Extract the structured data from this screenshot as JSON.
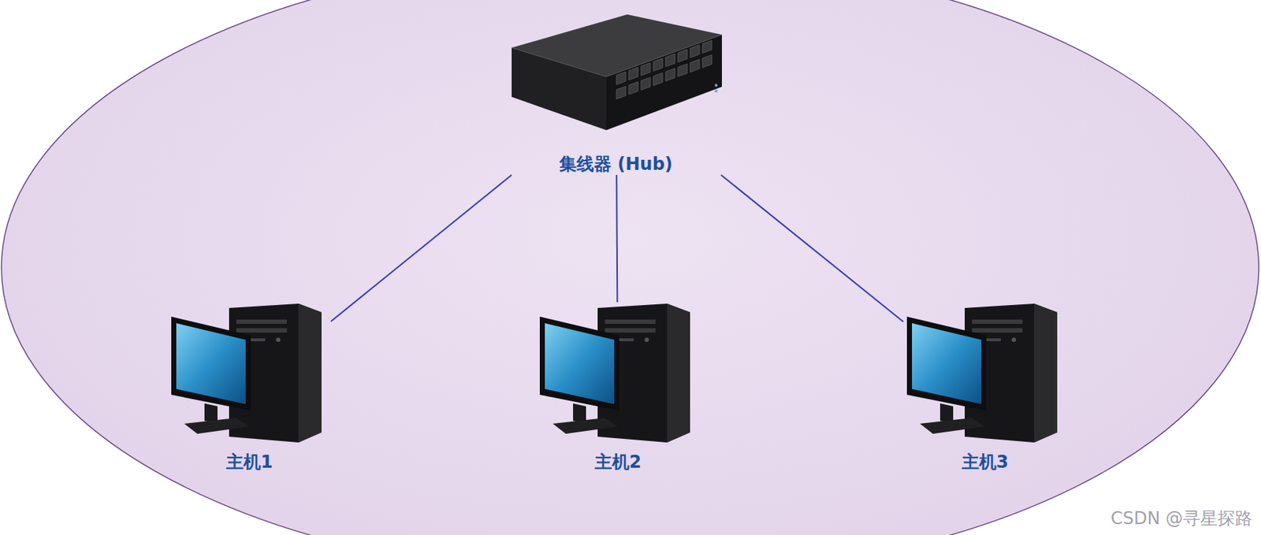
{
  "diagram": {
    "nodes": [
      {
        "text": [
          "集线器 (Hub)"
        ]
      },
      {
        "text": [
          "主机1"
        ]
      },
      {
        "text": [
          "主机2"
        ]
      },
      {
        "text": [
          "主机3"
        ]
      }
    ],
    "edges": [
      {
        "from": 0,
        "to": 1,
        "arrow": "none"
      },
      {
        "from": 0,
        "to": 2,
        "arrow": "none"
      },
      {
        "from": 0,
        "to": 3,
        "arrow": "none"
      }
    ],
    "labels": [
      "CSDN @寻星探路"
    ]
  }
}
